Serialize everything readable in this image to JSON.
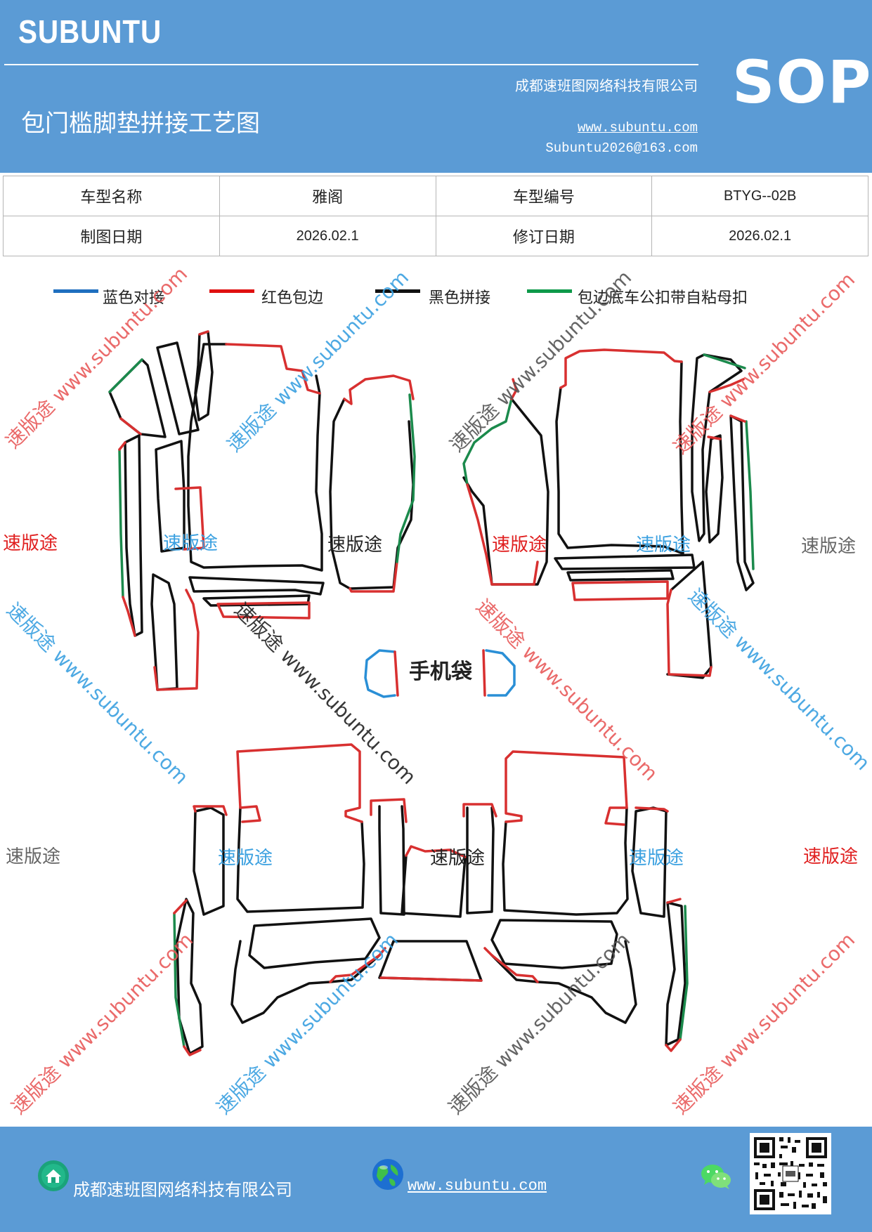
{
  "header": {
    "brand": "SUBUNTU",
    "company": "成都速班图网络科技有限公司",
    "title": "包门槛脚垫拼接工艺图",
    "badge": "SOP",
    "website": "www.subuntu.com",
    "email": "Subuntu2026@163.com"
  },
  "info": {
    "model_name_label": "车型名称",
    "model_name_value": "雅阁",
    "model_code_label": "车型编号",
    "model_code_value": "BTYG--02B",
    "draw_date_label": "制图日期",
    "draw_date_value": "2026.02.1",
    "revise_date_label": "修订日期",
    "revise_date_value": "2026.02.1"
  },
  "legend": [
    {
      "label": "蓝色对接",
      "color": "#1f6fbf"
    },
    {
      "label": "红色包边",
      "color": "#e01010"
    },
    {
      "label": "黑色拼接",
      "color": "#111111"
    },
    {
      "label": "包边底车公扣带自粘母扣",
      "color": "#0e9a4a"
    }
  ],
  "diagram": {
    "phone_bag_label": "手机袋",
    "watermark_short": "速版途",
    "watermark_long": "速版途 www.subuntu.com"
  },
  "colors": {
    "header_bg": "#5b9bd5",
    "blue_edge": "#2a8fd6",
    "red_edge": "#d83030",
    "black_edge": "#111111",
    "green_edge": "#1b8a4c"
  },
  "footer": {
    "company": "成都速班图网络科技有限公司",
    "website": "www.subuntu.com",
    "icons": [
      "home-icon",
      "globe-icon",
      "wechat-icon",
      "qr-code"
    ]
  }
}
